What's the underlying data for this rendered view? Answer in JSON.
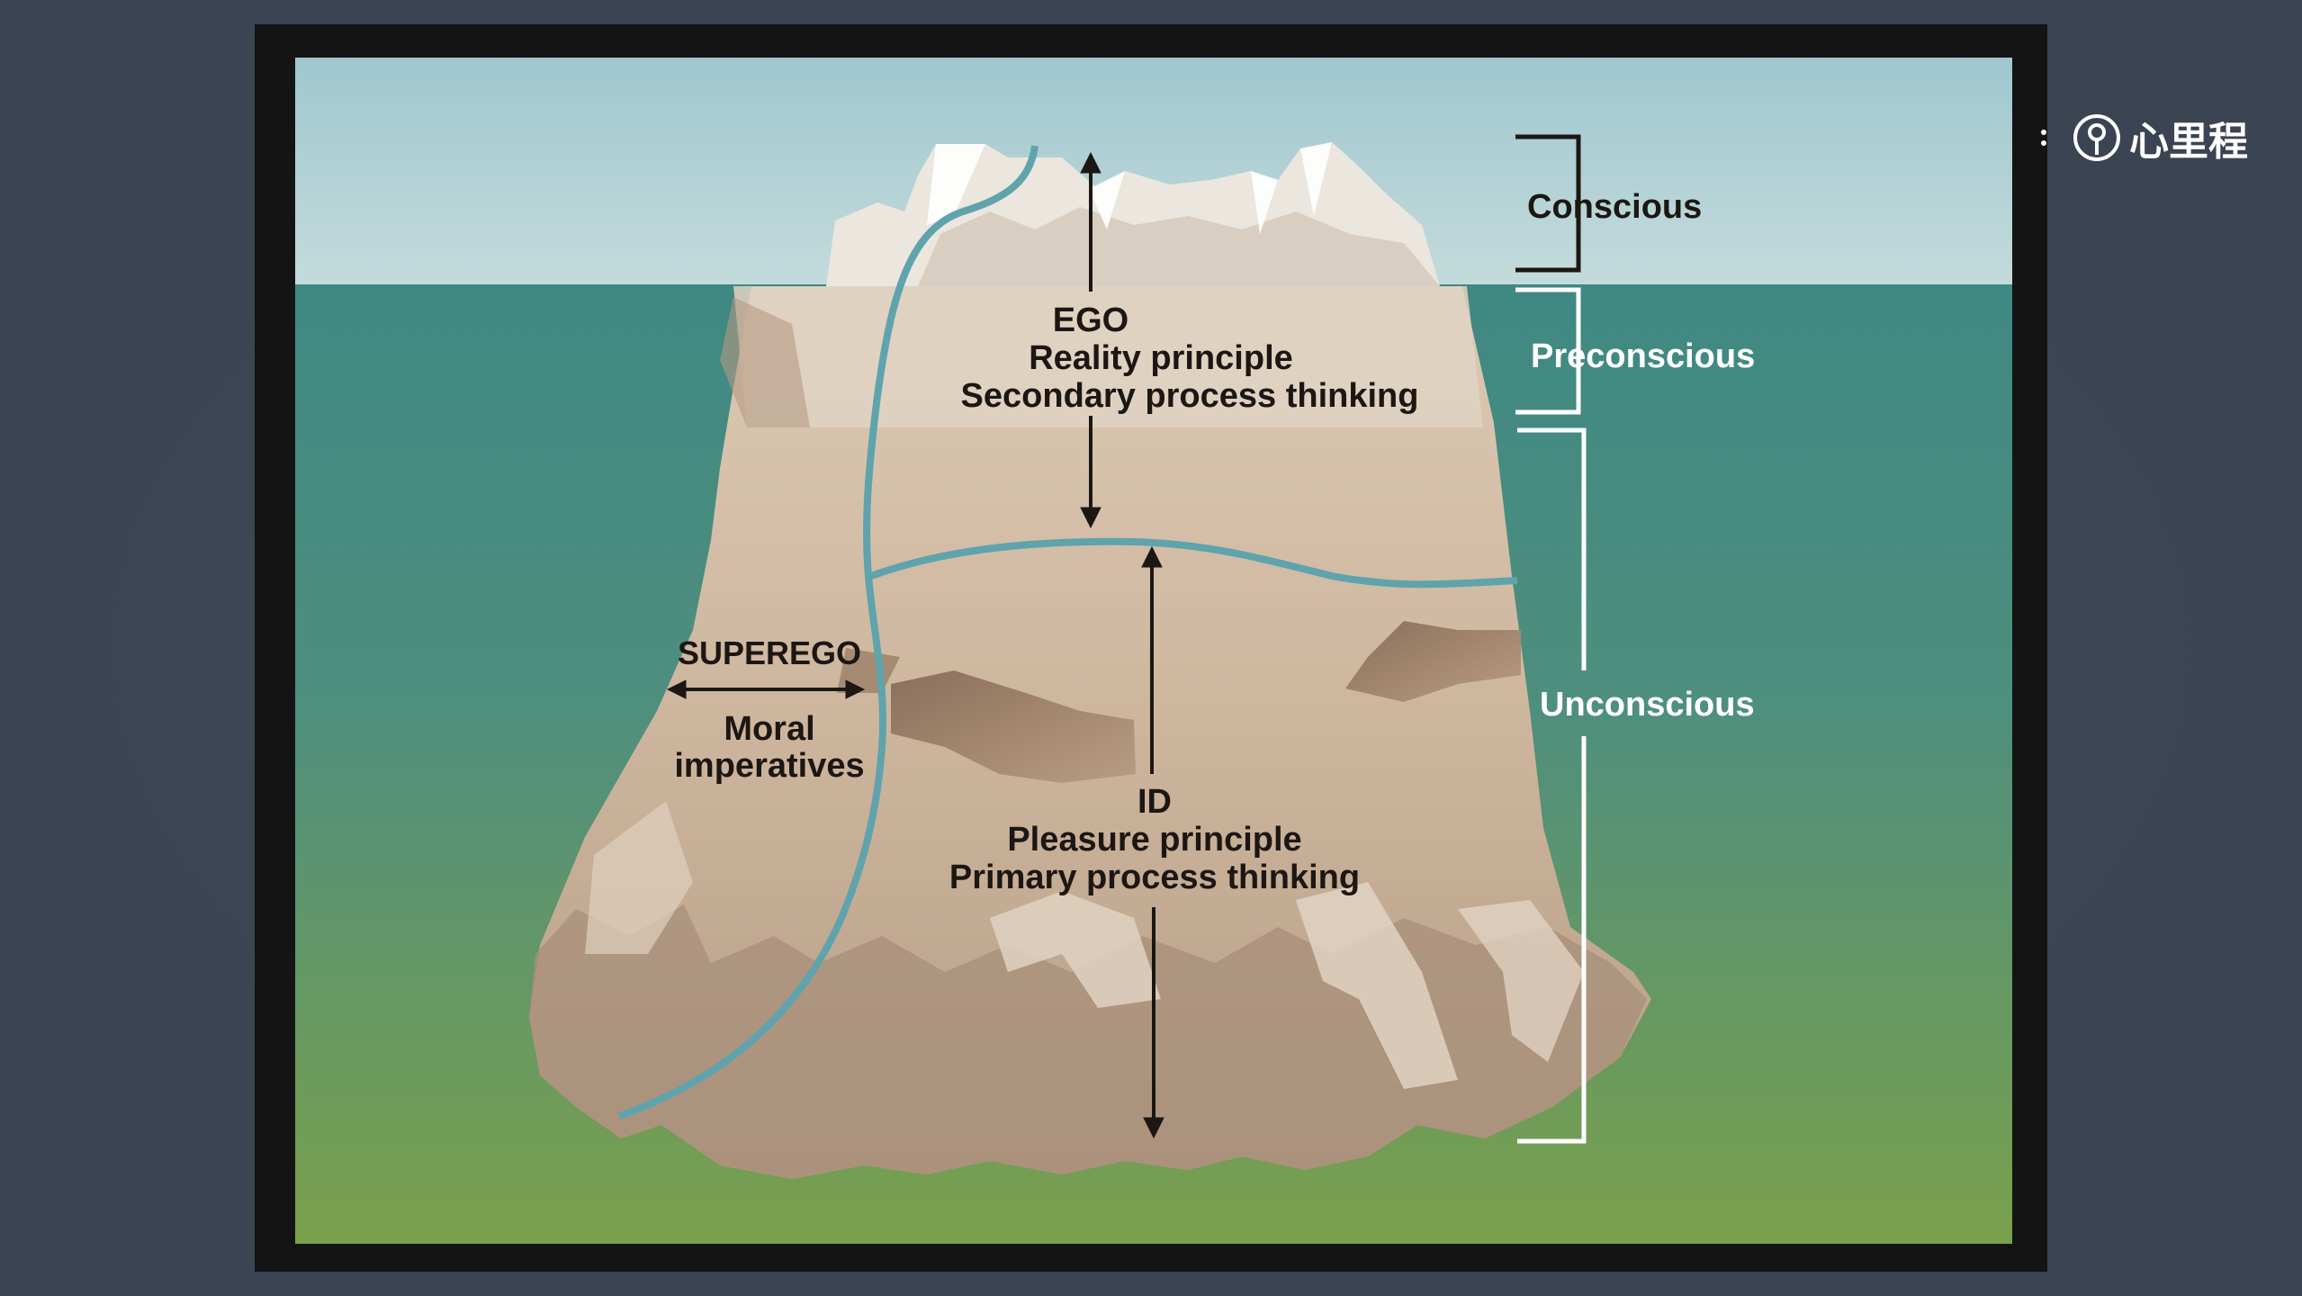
{
  "watermark": {
    "text": "心里程",
    "icon": "head-keyhole-icon"
  },
  "levels": {
    "conscious": "Conscious",
    "preconscious": "Preconscious",
    "unconscious": "Unconscious"
  },
  "ego": {
    "title": "EGO",
    "line1": "Reality principle",
    "line2": "Secondary process thinking"
  },
  "superego": {
    "title": "SUPEREGO",
    "line1": "Moral",
    "line2": "imperatives"
  },
  "id": {
    "title": "ID",
    "line1": "Pleasure principle",
    "line2": "Primary process thinking"
  },
  "colors": {
    "sky": "#a9cdd3",
    "water_top": "#4f8f8a",
    "water_bottom": "#6b9a4a",
    "ice_above": "#e8e3db",
    "ice_below": "#c9b39e",
    "boundary_line": "#5fa3ac",
    "text_dark": "#1c1713",
    "text_light": "#ffffff"
  }
}
